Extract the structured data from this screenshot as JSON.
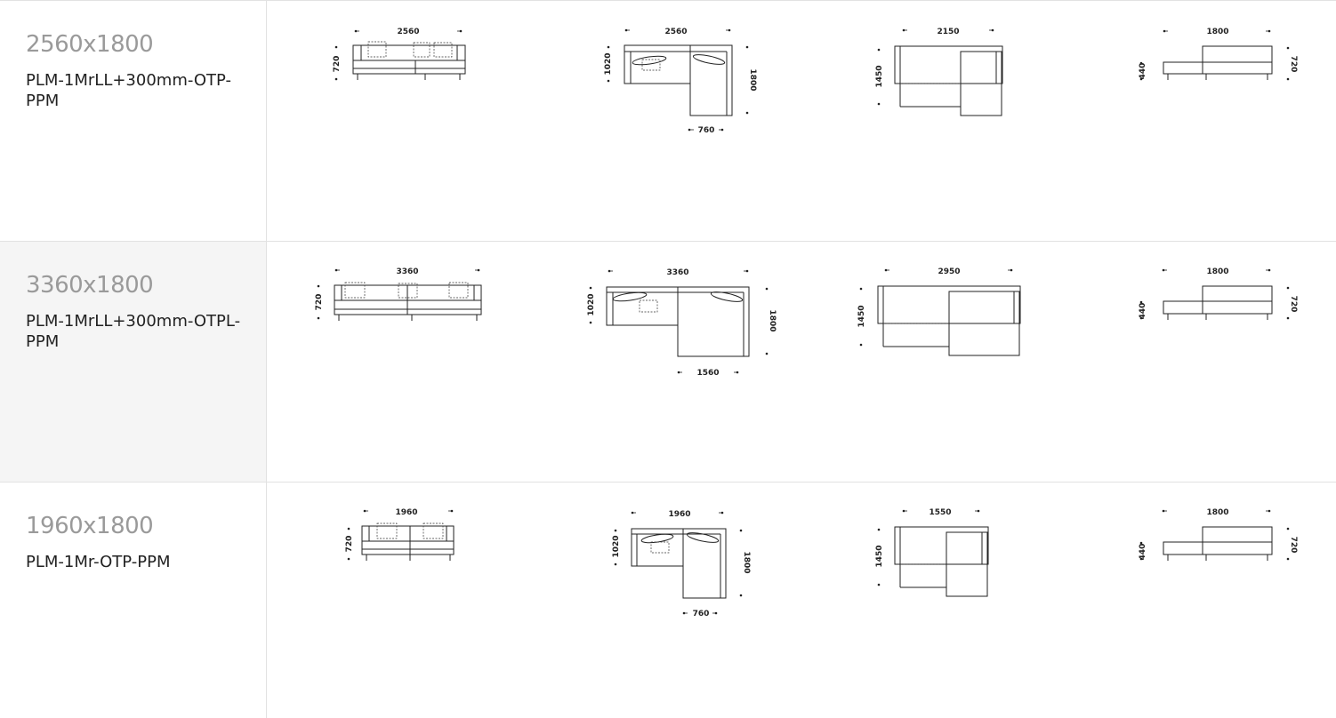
{
  "rows": [
    {
      "size": "2560x1800",
      "code": "PLM-1MrLL+300mm-OTP-PPM",
      "front": {
        "width": "2560",
        "height": "720"
      },
      "top": {
        "width": "2560",
        "depth": "1020",
        "chaise_depth": "1800",
        "chaise_width": "760"
      },
      "bed": {
        "width": "2150",
        "depth": "1450"
      },
      "side": {
        "width": "1800",
        "seat_height": "440",
        "height": "720"
      }
    },
    {
      "size": "3360x1800",
      "code": "PLM-1MrLL+300mm-OTPL-PPM",
      "front": {
        "width": "3360",
        "height": "720"
      },
      "top": {
        "width": "3360",
        "depth": "1020",
        "chaise_depth": "1800",
        "chaise_width": "1560"
      },
      "bed": {
        "width": "2950",
        "depth": "1450"
      },
      "side": {
        "width": "1800",
        "seat_height": "440",
        "height": "720"
      }
    },
    {
      "size": "1960x1800",
      "code": "PLM-1Mr-OTP-PPM",
      "front": {
        "width": "1960",
        "height": "720"
      },
      "top": {
        "width": "1960",
        "depth": "1020",
        "chaise_depth": "1800",
        "chaise_width": "760"
      },
      "bed": {
        "width": "1550",
        "depth": "1450"
      },
      "side": {
        "width": "1800",
        "seat_height": "440",
        "height": "720"
      }
    }
  ]
}
